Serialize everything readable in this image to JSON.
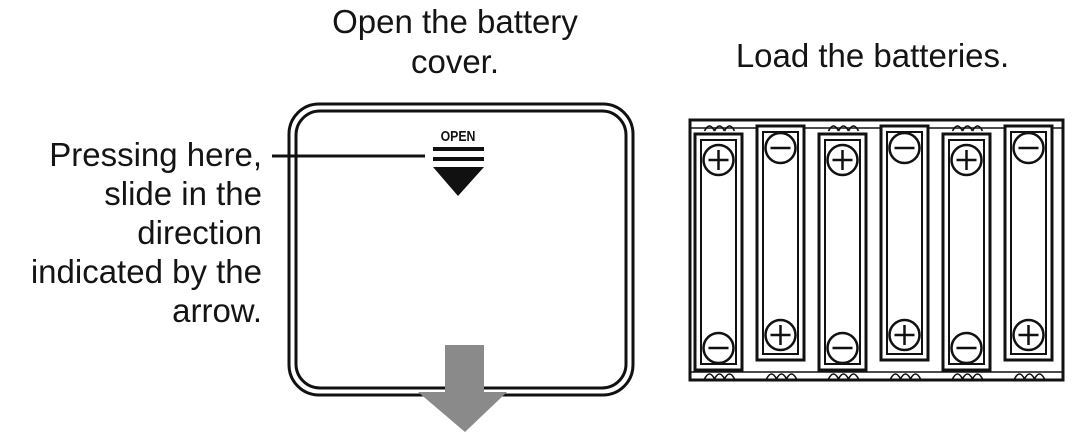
{
  "captions": {
    "open_cover": [
      "Open the battery",
      "cover."
    ],
    "load_batteries": "Load the batteries.",
    "pressing": [
      "Pressing here,",
      "slide in the",
      "direction",
      "indicated by the",
      "arrow."
    ]
  },
  "cover": {
    "open_label": "OPEN"
  },
  "batteries": [
    {
      "top": "plus",
      "bottom": "minus"
    },
    {
      "top": "minus",
      "bottom": "plus"
    },
    {
      "top": "plus",
      "bottom": "minus"
    },
    {
      "top": "minus",
      "bottom": "plus"
    },
    {
      "top": "plus",
      "bottom": "minus"
    },
    {
      "top": "minus",
      "bottom": "plus"
    }
  ],
  "icons": {
    "slide_arrow": "down-arrow-icon",
    "open_marker": "triangle-down-icon"
  },
  "colors": {
    "ink": "#111111",
    "arrow_fill": "#8a8a8a"
  }
}
